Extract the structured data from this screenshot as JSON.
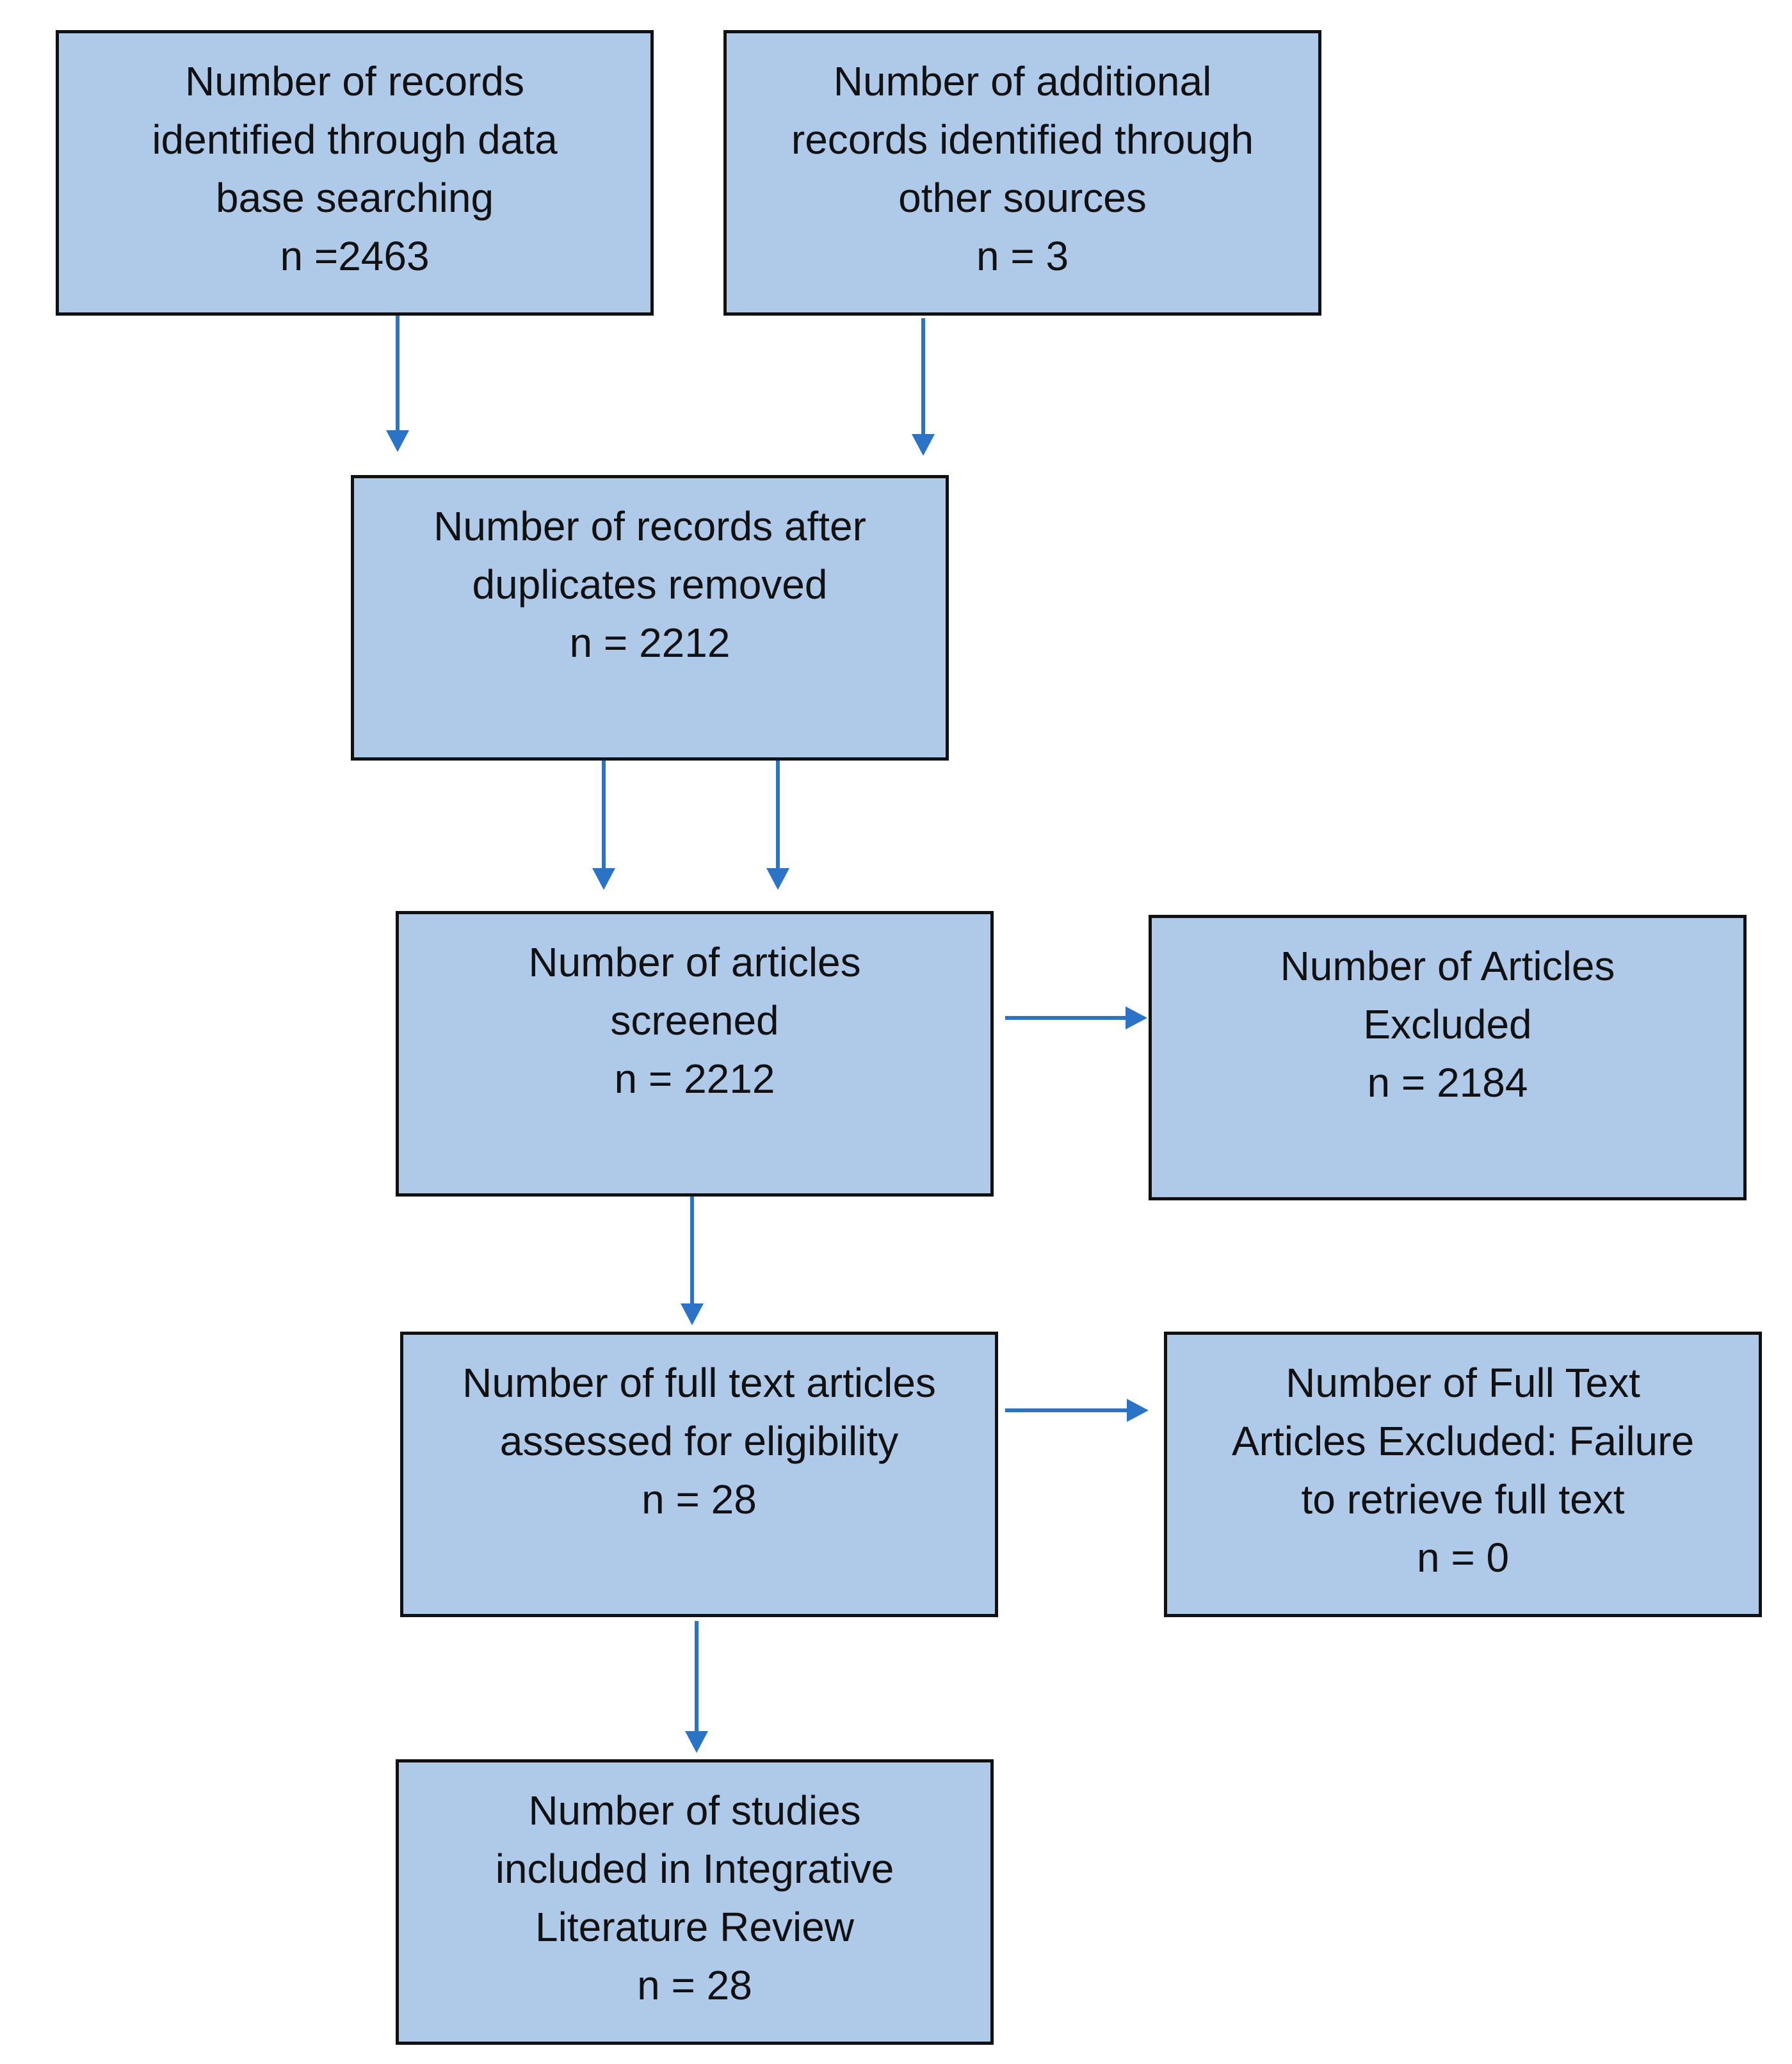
{
  "colors": {
    "box_fill": "#afc9e9",
    "box_border": "#111111",
    "arrow": "#2a73c6"
  },
  "boxes": {
    "identified_database": {
      "lines": [
        "Number of records",
        "identified through data",
        "base searching",
        "n =2463"
      ]
    },
    "identified_other": {
      "lines": [
        "Number of additional",
        "records identified through",
        "other sources",
        "n = 3"
      ]
    },
    "after_duplicates": {
      "lines": [
        "Number of records after",
        "duplicates removed",
        "n = 2212"
      ]
    },
    "screened": {
      "lines": [
        "Number of articles",
        "screened",
        "n = 2212"
      ]
    },
    "excluded": {
      "lines": [
        "Number of Articles",
        "Excluded",
        "n = 2184"
      ]
    },
    "full_text_assessed": {
      "lines": [
        "Number of full text articles",
        "assessed for eligibility",
        "n = 28"
      ]
    },
    "full_text_excluded": {
      "lines": [
        "Number of Full Text",
        "Articles Excluded: Failure",
        "to retrieve full text",
        "n = 0"
      ]
    },
    "included": {
      "lines": [
        "Number of studies",
        "included in Integrative",
        "Literature Review",
        "n = 28"
      ]
    }
  }
}
